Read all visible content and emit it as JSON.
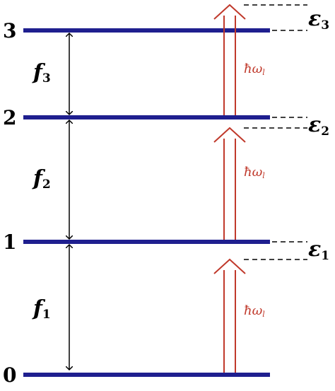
{
  "levels": [
    {
      "label": "0"
    },
    {
      "label": "1"
    },
    {
      "label": "2"
    },
    {
      "label": "3"
    }
  ],
  "transitions": [
    {
      "symbol": "f",
      "sub": "1"
    },
    {
      "symbol": "f",
      "sub": "2"
    },
    {
      "symbol": "f",
      "sub": "3"
    }
  ],
  "photons": [
    {
      "symbol": "ħω",
      "sub": "l"
    },
    {
      "symbol": "ħω",
      "sub": "l"
    },
    {
      "symbol": "ħω",
      "sub": "l"
    }
  ],
  "detunings": [
    {
      "symbol": "ε",
      "sub": "1"
    },
    {
      "symbol": "ε",
      "sub": "2"
    },
    {
      "symbol": "ε",
      "sub": "3"
    }
  ],
  "colors": {
    "level_line": "#1f1f8f",
    "photon_arrow": "#c0392b",
    "ink": "#000000"
  }
}
